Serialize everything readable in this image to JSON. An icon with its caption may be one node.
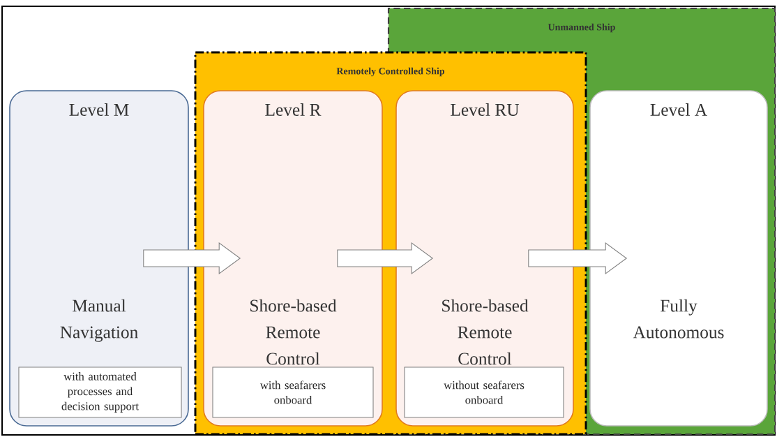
{
  "diagram": {
    "nodes": [
      {
        "text": [
          "Unmanned Ship"
        ]
      },
      {
        "text": [
          "Remotely Controlled Ship"
        ]
      },
      {
        "text": [
          "Level M",
          "Manual Navigation"
        ]
      },
      {
        "text": [
          "with automated processes and decision support"
        ],
        "in": 2
      },
      {
        "text": [
          "Level R",
          "Shore-based Remote Control"
        ],
        "in": 1
      },
      {
        "text": [
          "with seafarers onboard"
        ],
        "in": 4
      },
      {
        "text": [
          "Level RU",
          "Shore-based Remote Control"
        ]
      },
      {
        "text": [
          "without seafarers onboard"
        ],
        "in": 6
      },
      {
        "text": [
          "Level A",
          "Fully Autonomous"
        ],
        "in": 0
      }
    ],
    "edges": [
      {
        "from": 2,
        "to": 4,
        "arrow": "to"
      },
      {
        "from": 4,
        "to": 6,
        "arrow": "to"
      },
      {
        "from": 6,
        "to": 8,
        "arrow": "to"
      }
    ]
  }
}
